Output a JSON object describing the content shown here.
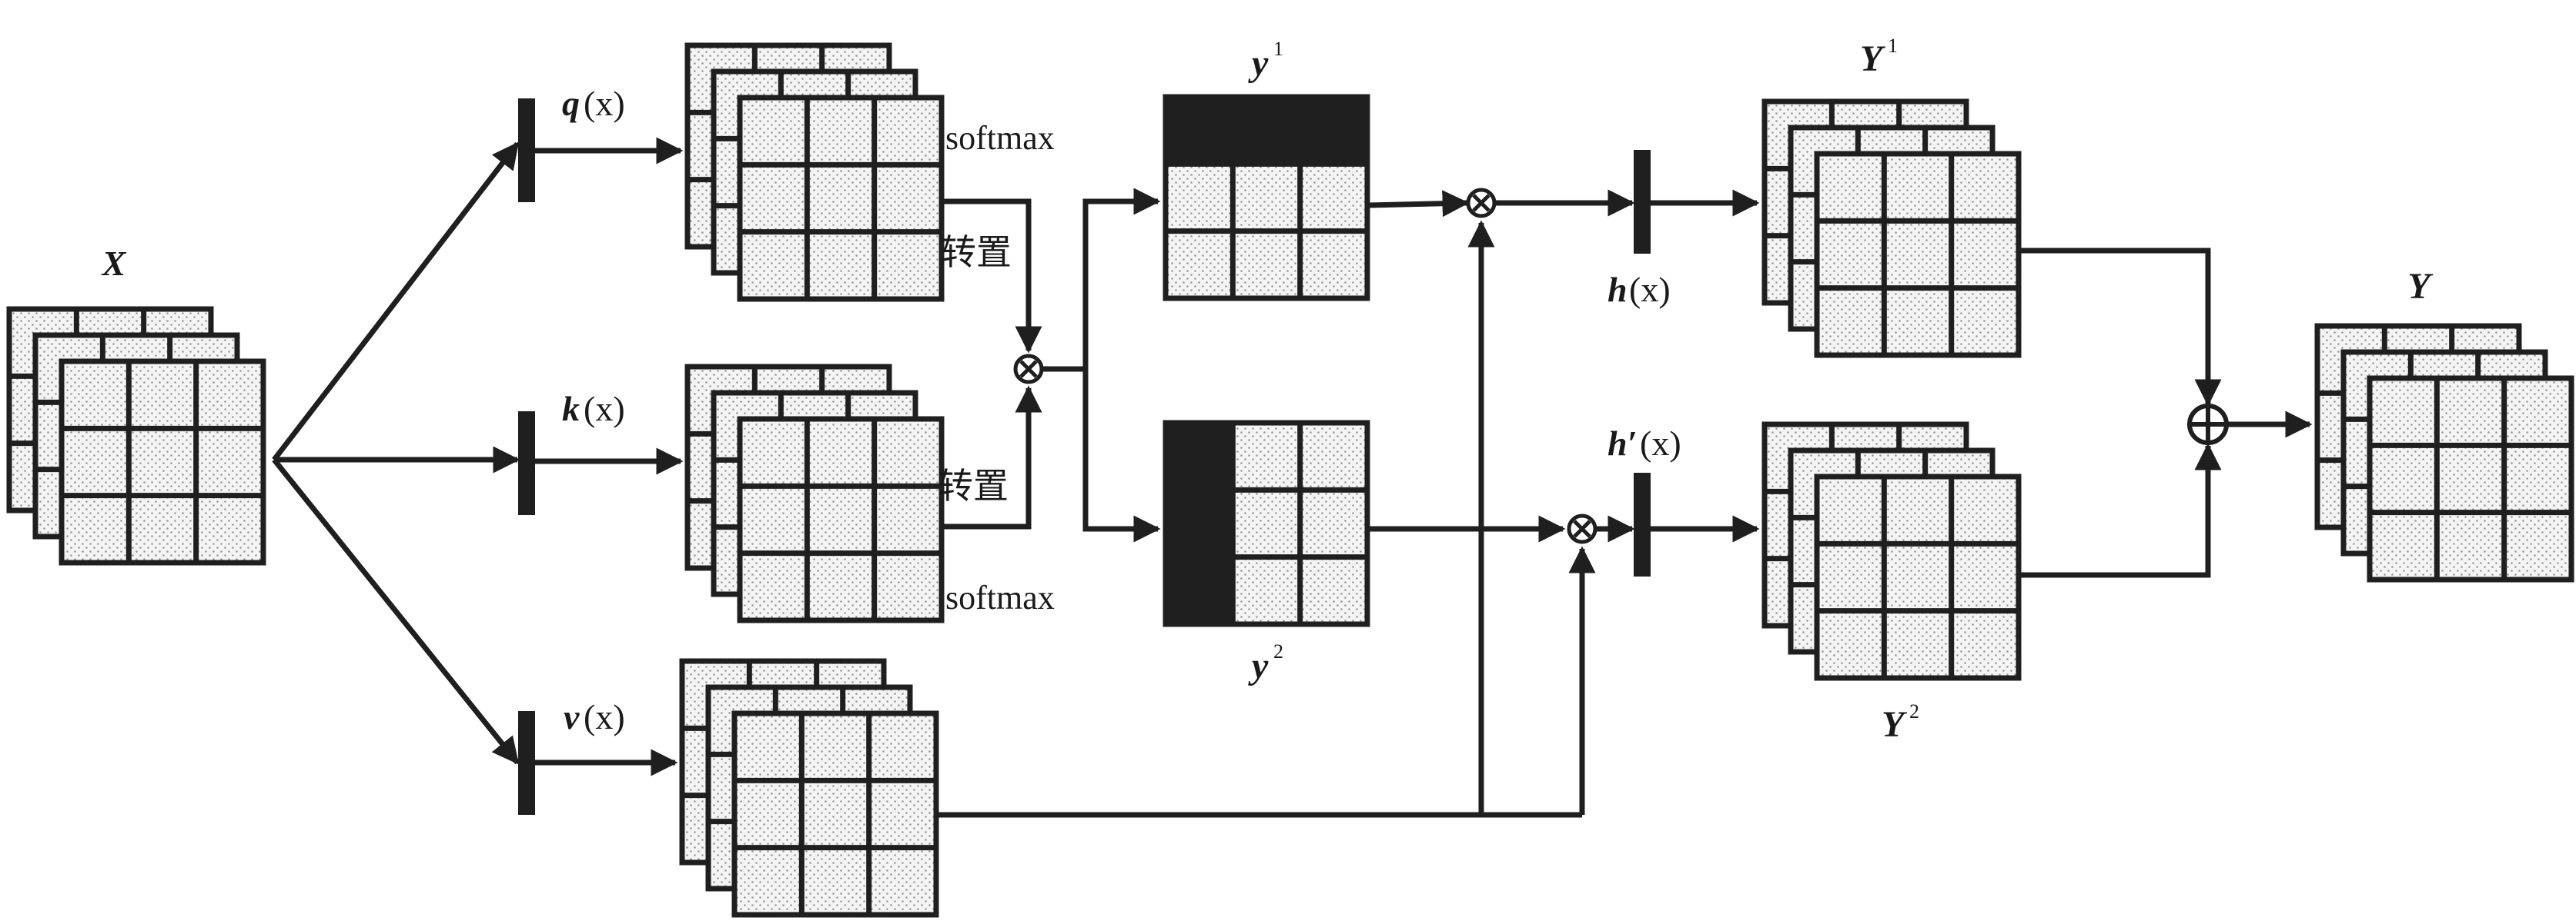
{
  "colors": {
    "ink": "#1f1f1f",
    "background": "#ffffff",
    "cell_fill": "#ececec"
  },
  "labels": {
    "X": "X",
    "q": "q",
    "k": "k",
    "v": "v",
    "h": "h",
    "h_prime": "h′",
    "arg": "(x)",
    "y": "y",
    "Y": "Y",
    "sup1": "1",
    "sup2": "2",
    "softmax": "softmax",
    "transpose": "转置"
  },
  "operators": {
    "multiply": "⊗",
    "add": "⊕"
  }
}
